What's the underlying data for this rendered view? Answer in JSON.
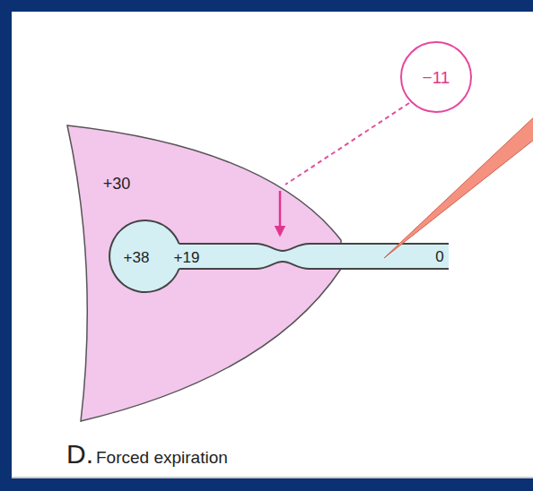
{
  "diagram": {
    "caption": "Forced expiration",
    "nodes": [
      {
        "text": [
          "+30"
        ]
      },
      {
        "text": [
          "+38",
          "+19",
          "0"
        ],
        "in": 0
      },
      {
        "text": [
          "−11"
        ]
      }
    ],
    "labels": [
      "D."
    ]
  }
}
